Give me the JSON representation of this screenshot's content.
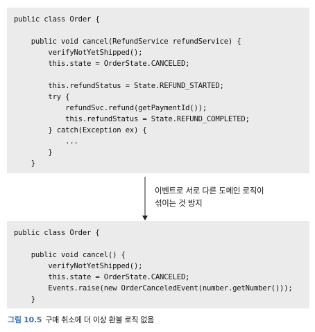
{
  "code_before": {
    "lines": [
      "public class Order {",
      "",
      "    public void cancel(RefundService refundService) {",
      "        verifyNotYetShipped();",
      "        this.state = OrderState.CANCELED;",
      "",
      "        this.refundStatus = State.REFUND_STARTED;",
      "        try {",
      "            refundSvc.refund(getPaymentId());",
      "            this.refundStatus = State.REFUND_COMPLETED;",
      "        } catch(Exception ex) {",
      "            ...",
      "        }",
      "    }"
    ]
  },
  "annotation": {
    "line1": "이벤트로 서로 다른 도메인 로직이",
    "line2": "섞이는 것 방지"
  },
  "code_after": {
    "lines": [
      "public class Order {",
      "",
      "    public void cancel() {",
      "        verifyNotYetShipped();",
      "        this.state = OrderState.CANCELED;",
      "        Events.raise(new OrderCanceledEvent(number.getNumber()));",
      "    }"
    ]
  },
  "caption": {
    "label": "그림 10.5",
    "text": "구매 취소에 더 이상 환불 로직 없음"
  },
  "colors": {
    "code_background": "#ebebeb",
    "caption_label": "#3d6fb0",
    "text": "#111111"
  }
}
